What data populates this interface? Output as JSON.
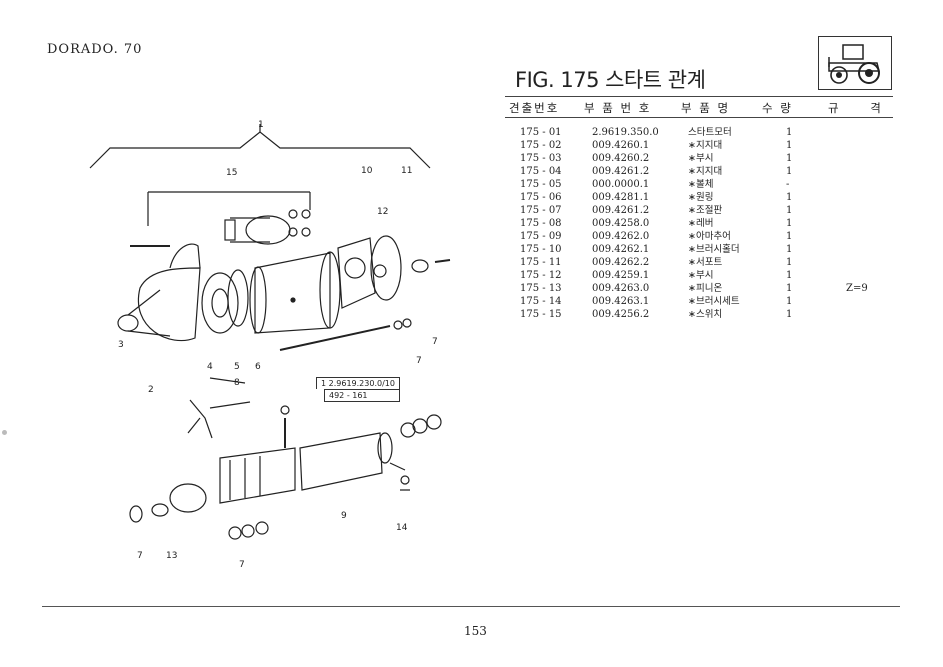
{
  "header": {
    "model": "DORADO. 70",
    "fig_title": "FIG. 175 스타트 관계",
    "columns": [
      "견출번호",
      "부 품 번 호",
      "부 품 명",
      "수 량",
      "규 격"
    ]
  },
  "parts": [
    {
      "ref": "175 - 01",
      "number": "2.9619.350.0",
      "name": "스타트모터",
      "qty": "1",
      "spec": ""
    },
    {
      "ref": "175 - 02",
      "number": "009.4260.1",
      "name": "∗지지대",
      "qty": "1",
      "spec": ""
    },
    {
      "ref": "175 - 03",
      "number": "009.4260.2",
      "name": "∗부시",
      "qty": "1",
      "spec": ""
    },
    {
      "ref": "175 - 04",
      "number": "009.4261.2",
      "name": "∗지지대",
      "qty": "1",
      "spec": ""
    },
    {
      "ref": "175 - 05",
      "number": "000.0000.1",
      "name": "∗볼체",
      "qty": "-",
      "spec": ""
    },
    {
      "ref": "175 - 06",
      "number": "009.4281.1",
      "name": "∗원링",
      "qty": "1",
      "spec": ""
    },
    {
      "ref": "175 - 07",
      "number": "009.4261.2",
      "name": "∗조절판",
      "qty": "1",
      "spec": ""
    },
    {
      "ref": "175 - 08",
      "number": "009.4258.0",
      "name": "∗레버",
      "qty": "1",
      "spec": ""
    },
    {
      "ref": "175 - 09",
      "number": "009.4262.0",
      "name": "∗아마추어",
      "qty": "1",
      "spec": ""
    },
    {
      "ref": "175 - 10",
      "number": "009.4262.1",
      "name": "∗브러시홀더",
      "qty": "1",
      "spec": ""
    },
    {
      "ref": "175 - 11",
      "number": "009.4262.2",
      "name": "∗서포트",
      "qty": "1",
      "spec": ""
    },
    {
      "ref": "175 - 12",
      "number": "009.4259.1",
      "name": "∗부시",
      "qty": "1",
      "spec": ""
    },
    {
      "ref": "175 - 13",
      "number": "009.4263.0",
      "name": "∗피니온",
      "qty": "1",
      "spec": "Z=9"
    },
    {
      "ref": "175 - 14",
      "number": "009.4263.1",
      "name": "∗브러시세트",
      "qty": "1",
      "spec": ""
    },
    {
      "ref": "175 - 15",
      "number": "009.4256.2",
      "name": "∗스위치",
      "qty": "1",
      "spec": ""
    }
  ],
  "diagram": {
    "ref_box_line1": "1 2.9619.230.0/10",
    "ref_box_line2": "492 - 161",
    "callouts": [
      "1",
      "15",
      "10",
      "11",
      "12",
      "3",
      "2",
      "4",
      "5",
      "6",
      "7",
      "8",
      "9",
      "13",
      "14",
      "7",
      "7",
      "7"
    ]
  },
  "footer": {
    "page_number": "153"
  }
}
